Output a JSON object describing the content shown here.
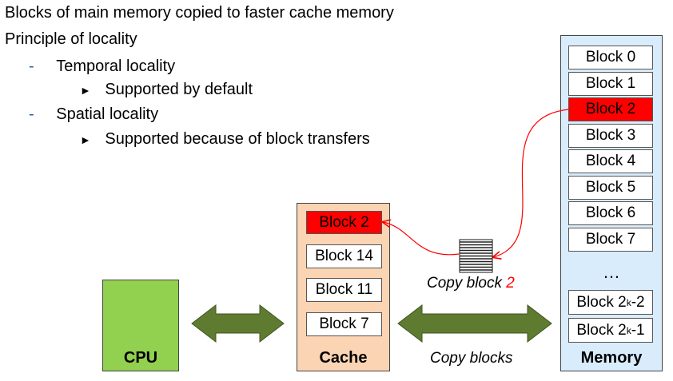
{
  "bullets": {
    "line1": "Blocks of main memory copied to faster cache memory",
    "line2": "Principle of locality",
    "temporal": "Temporal locality",
    "temporal_sub": "Supported by default",
    "spatial": "Spatial locality",
    "spatial_sub": "Supported because of block transfers",
    "dash": "-",
    "triangle": "►"
  },
  "cpu": {
    "label": "CPU"
  },
  "cache": {
    "label": "Cache",
    "blocks": [
      "Block 2",
      "Block 14",
      "Block 11",
      "Block 7"
    ]
  },
  "memory": {
    "label": "Memory",
    "blocks": [
      "Block 0",
      "Block 1",
      "Block 2",
      "Block 3",
      "Block 4",
      "Block 5",
      "Block 6",
      "Block 7"
    ],
    "ellipsis": "…",
    "last_blocks": [
      {
        "prefix": "Block 2",
        "sup": "k",
        "suffix": "-2"
      },
      {
        "prefix": "Block 2",
        "sup": "k",
        "suffix": "-1"
      }
    ]
  },
  "captions": {
    "copy_block_prefix": "Copy block ",
    "copy_block_number": "2",
    "copy_blocks": "Copy blocks"
  },
  "colors": {
    "highlight": "#ff0000",
    "cpu": "#92d050",
    "cache": "#fbd4b4",
    "memory": "#d9ecfb",
    "arrow": "#5e7b30",
    "dash": "#2e5f9e"
  }
}
